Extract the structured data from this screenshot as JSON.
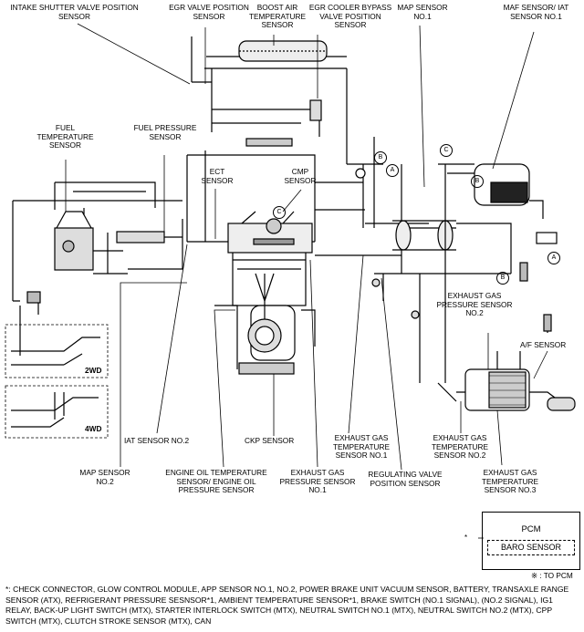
{
  "labels": {
    "intake_shutter": "INTAKE SHUTTER VALVE POSITION SENSOR",
    "egr_valve": "EGR VALVE POSITION SENSOR",
    "boost_air": "BOOST AIR TEMPERATURE SENSOR",
    "egr_cooler": "EGR COOLER BYPASS VALVE POSITION SENSOR",
    "map_1": "MAP SENSOR NO.1",
    "maf_iat": "MAF SENSOR/ IAT SENSOR NO.1",
    "fuel_temp": "FUEL TEMPERATURE SENSOR",
    "fuel_press": "FUEL PRESSURE SENSOR",
    "ect": "ECT SENSOR",
    "cmp": "CMP SENSOR",
    "egp_2": "EXHAUST GAS PRESSURE SENSOR NO.2",
    "af": "A/F SENSOR",
    "iat_2": "IAT SENSOR NO.2",
    "ckp": "CKP SENSOR",
    "egt_1": "EXHAUST GAS TEMPERATURE SENSOR NO.1",
    "egt_2": "EXHAUST GAS TEMPERATURE SENSOR NO.2",
    "egt_3": "EXHAUST GAS TEMPERATURE SENSOR NO.3",
    "map_2": "MAP SENSOR NO.2",
    "eng_oil": "ENGINE OIL TEMPERATURE SENSOR/ ENGINE OIL PRESSURE SENSOR",
    "egp_1": "EXHAUST GAS PRESSURE SENSOR NO.1",
    "reg_valve": "REGULATING VALVE POSITION SENSOR",
    "wd2": "2WD",
    "wd4": "4WD"
  },
  "legend": {
    "pcm": "PCM",
    "baro": "BARO SENSOR",
    "asterisk": "*",
    "to_pcm": "※ : TO PCM"
  },
  "footnote": "*: CHECK CONNECTOR, GLOW CONTROL MODULE, APP SENSOR NO.1, NO.2, POWER BRAKE UNIT VACUUM SENSOR, BATTERY, TRANSAXLE RANGE SENSOR (ATX), REFRIGERANT PRESSURE SESNSOR*1, AMBIENT TEMPERATURE SENSOR*1, BRAKE SWITCH (NO.1 SIGNAL), (NO.2 SIGNAL), IG1 RELAY, BACK-UP LIGHT SWITCH (MTX), STARTER INTERLOCK SWITCH (MTX), NEUTRAL SWITCH NO.1 (MTX), NEUTRAL SWITCH NO.2 (MTX), CPP SWITCH (MTX), CLUTCH STROKE SENSOR (MTX), CAN",
  "markers": {
    "a": "A",
    "b": "B",
    "c": "C"
  }
}
